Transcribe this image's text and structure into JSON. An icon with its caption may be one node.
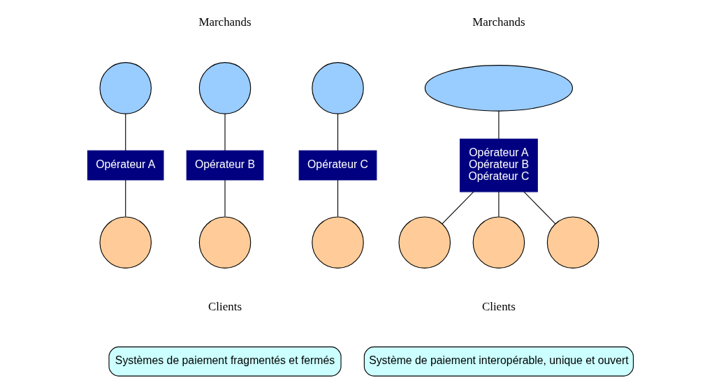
{
  "diagram": {
    "nodes": [
      {
        "text": [],
        "shape": "circle"
      },
      {
        "text": [],
        "shape": "circle"
      },
      {
        "text": [],
        "shape": "circle"
      },
      {
        "text": [
          "Opérateur A"
        ]
      },
      {
        "text": [
          "Opérateur B"
        ]
      },
      {
        "text": [
          "Opérateur C"
        ]
      },
      {
        "text": [],
        "shape": "circle"
      },
      {
        "text": [],
        "shape": "circle"
      },
      {
        "text": [],
        "shape": "circle"
      },
      {
        "text": [],
        "shape": "ellipse"
      },
      {
        "text": [
          "Opérateur A",
          "Opérateur B",
          "Opérateur C"
        ]
      },
      {
        "text": [],
        "shape": "circle"
      },
      {
        "text": [],
        "shape": "circle"
      },
      {
        "text": [],
        "shape": "circle"
      },
      {
        "text": [
          "Systèmes de paiement fragmentés et fermés"
        ]
      },
      {
        "text": [
          "Système de paiement interopérable, unique et ouvert"
        ]
      }
    ],
    "edges": [
      {
        "from": 0,
        "to": 3,
        "arrow": "none"
      },
      {
        "from": 1,
        "to": 4,
        "arrow": "none"
      },
      {
        "from": 2,
        "to": 5,
        "arrow": "none"
      },
      {
        "from": 3,
        "to": 6,
        "arrow": "none"
      },
      {
        "from": 4,
        "to": 7,
        "arrow": "none"
      },
      {
        "from": 5,
        "to": 8,
        "arrow": "none"
      },
      {
        "from": 9,
        "to": 10,
        "arrow": "none"
      },
      {
        "from": 10,
        "to": 11,
        "arrow": "none"
      },
      {
        "from": 10,
        "to": 12,
        "arrow": "none"
      },
      {
        "from": 10,
        "to": 13,
        "arrow": "none"
      }
    ],
    "labels": [
      "Marchands",
      "Marchands",
      "Clients",
      "Clients"
    ]
  }
}
